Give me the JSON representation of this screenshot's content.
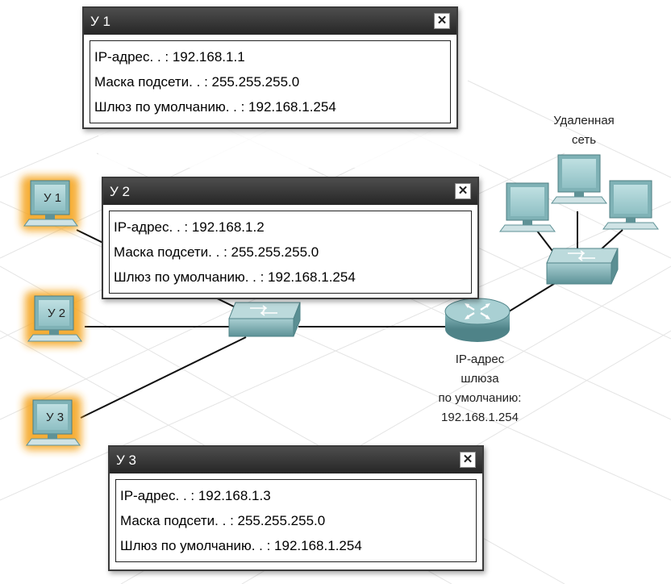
{
  "hosts": [
    {
      "label": "У 1",
      "ip_line": "IP-адрес. . : 192.168.1.1",
      "mask_line": "Маска подсети. . : 255.255.255.0",
      "gateway_line": "Шлюз по умолчанию. . : 192.168.1.254"
    },
    {
      "label": "У 2",
      "ip_line": "IP-адрес. . : 192.168.1.2",
      "mask_line": "Маска подсети. . : 255.255.255.0",
      "gateway_line": "Шлюз по умолчанию. . : 192.168.1.254"
    },
    {
      "label": "У 3",
      "ip_line": "IP-адрес. . : 192.168.1.3",
      "mask_line": "Маска подсети. . : 255.255.255.0",
      "gateway_line": "Шлюз по умолчанию. . : 192.168.1.254"
    }
  ],
  "remote_network": {
    "line1": "Удаленная",
    "line2": "сеть"
  },
  "gateway": {
    "line1": "IP-адрес",
    "line2": "шлюза",
    "line3": "по умолчанию:",
    "line4": "192.168.1.254"
  },
  "close_glyph": "✕",
  "colors": {
    "pc_glow": "#f5a623",
    "device_teal": "#6fa5a9",
    "titlebar": "#333333"
  },
  "icons": [
    "pc-icon",
    "switch-icon",
    "router-icon",
    "close-icon"
  ]
}
